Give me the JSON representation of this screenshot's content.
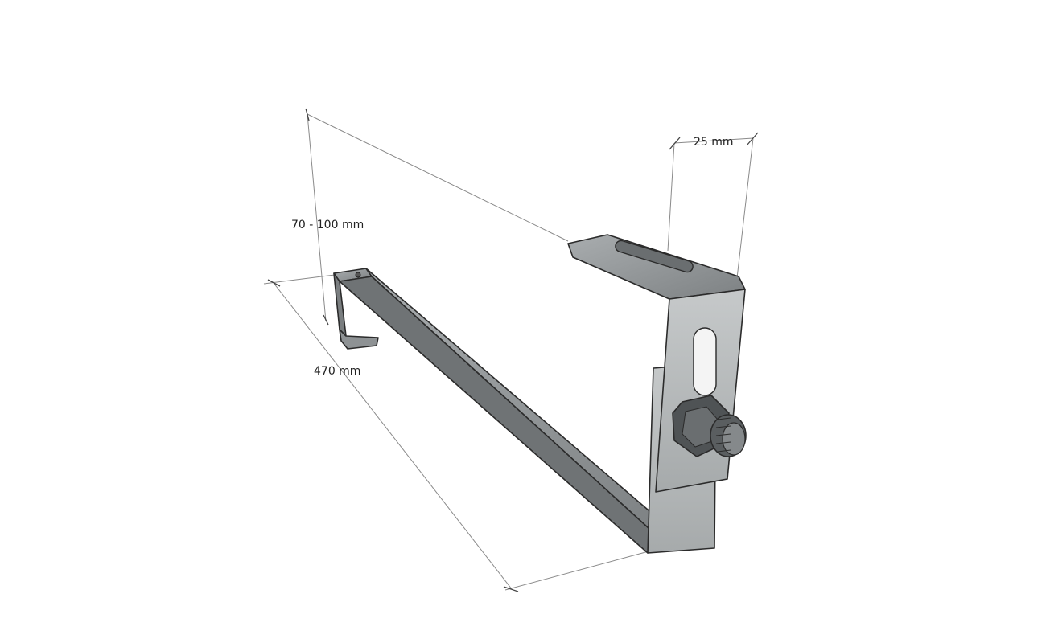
{
  "dimensions": {
    "height_label": "70 - 100 mm",
    "length_label": "470 mm",
    "width_label": "25 mm"
  },
  "colors": {
    "metal_light": "#b9bcbd",
    "metal_mid": "#8e9294",
    "metal_dark": "#5f6365",
    "outline": "#2b2b2b"
  }
}
